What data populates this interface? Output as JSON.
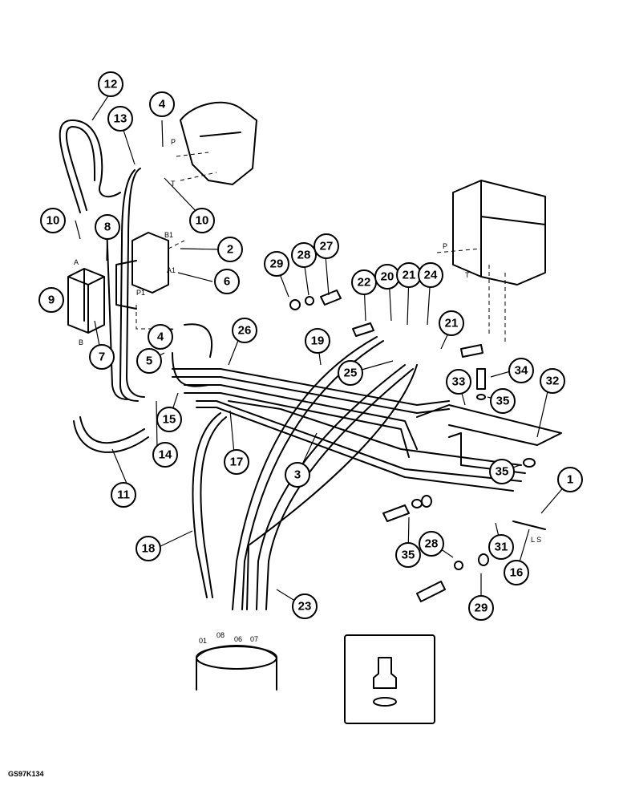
{
  "diagram": {
    "callouts": [
      "12",
      "13",
      "4",
      "10",
      "10",
      "8",
      "2",
      "9",
      "6",
      "7",
      "4",
      "5",
      "15",
      "14",
      "11",
      "17",
      "18",
      "23",
      "3",
      "26",
      "29",
      "28",
      "27",
      "22",
      "20",
      "21",
      "24",
      "21",
      "19",
      "25",
      "33",
      "34",
      "35",
      "32",
      "35",
      "1",
      "35",
      "28",
      "29",
      "31",
      "16"
    ],
    "port_labels": [
      "P",
      "T",
      "B1",
      "A1",
      "P1",
      "A",
      "B",
      "P",
      "T",
      "L S"
    ],
    "hose_end_labels": [
      "01",
      "08",
      "06",
      "07"
    ],
    "figure_code": "GS97K134"
  }
}
